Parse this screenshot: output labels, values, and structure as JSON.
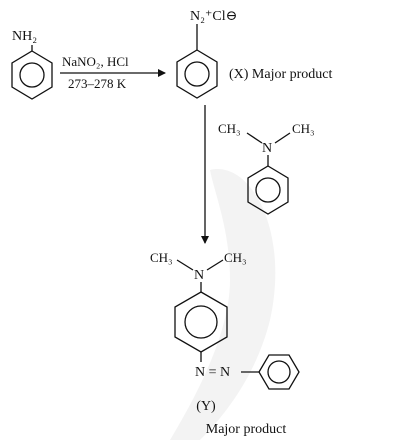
{
  "aniline": {
    "group": "NH₂"
  },
  "reaction1": {
    "reagents": "NaNO₂, HCl",
    "conditions": "273–278 K"
  },
  "diazonium": {
    "group": "N₂⁺Cl⊖",
    "product_label": "(X) Major product"
  },
  "dimethylaniline": {
    "methyl_left": "CH₃",
    "nitrogen": "N",
    "methyl_right": "CH₃"
  },
  "azo_product": {
    "methyl_left": "CH₃",
    "nitrogen": "N",
    "methyl_right": "CH₃",
    "azo_link": "N = N",
    "id_label": "(Y)",
    "product_label": "Major product"
  }
}
